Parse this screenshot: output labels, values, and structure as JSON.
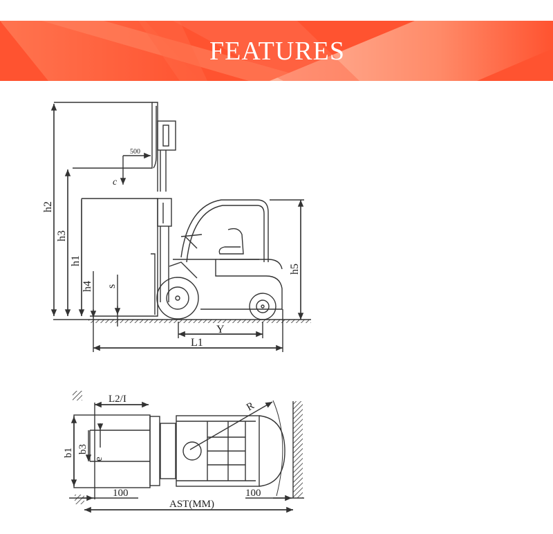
{
  "banner": {
    "title": "FEATURES",
    "colors": {
      "base": "#ff5330",
      "light": "#ffb39a"
    }
  },
  "side_view": {
    "labels": {
      "h2": "h2",
      "h3": "h3",
      "h1": "h1",
      "h4": "h4",
      "s": "s",
      "c": "c",
      "dim_500": "500",
      "h5": "h5",
      "y": "Y",
      "l1": "L1"
    }
  },
  "top_view": {
    "labels": {
      "l2i": "L2/I",
      "b1": "b1",
      "b3": "b3",
      "e": "e",
      "r": "R",
      "clear_left": "100",
      "clear_right": "100",
      "ast": "AST(MM)"
    }
  }
}
